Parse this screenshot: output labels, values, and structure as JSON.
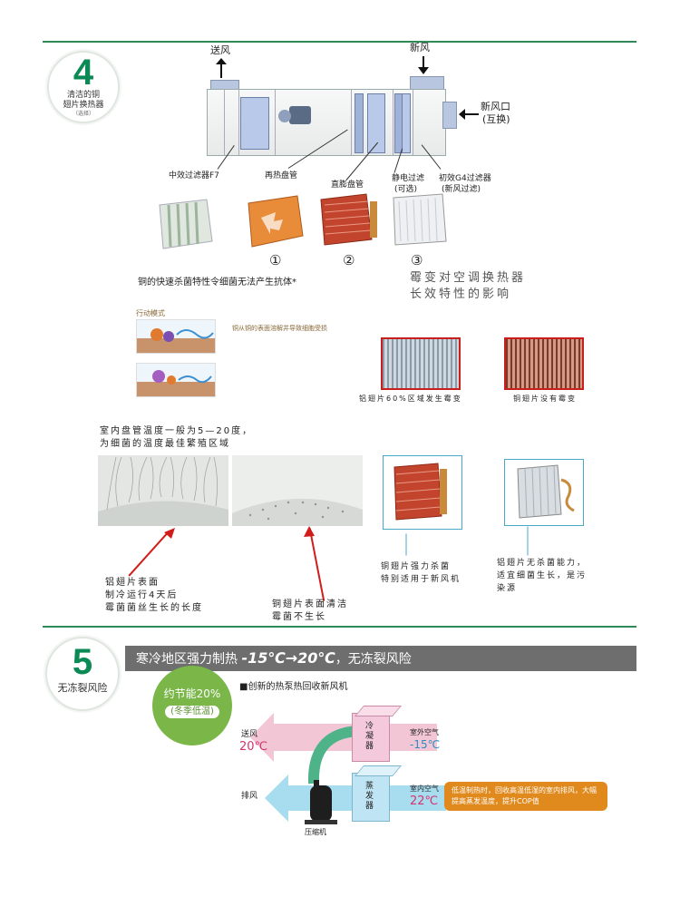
{
  "section4": {
    "number": "4",
    "title_line1": "清洁的铜",
    "title_line2": "翅片换热器",
    "subtitle": "（选择）",
    "labels": {
      "supply_air": "送风",
      "fresh_air": "新风",
      "fresh_inlet_1": "新风口",
      "fresh_inlet_2": "(互换)",
      "filter_f7": "中效过滤器F7",
      "reheat_coil": "再热盘管",
      "dx_coil": "直膨盘管",
      "electro_filter_1": "静电过滤",
      "electro_filter_2": "(可选)",
      "g4_filter_1": "初效G4过滤器",
      "g4_filter_2": "(新风过滤)"
    },
    "markers": [
      "①",
      "②",
      "③"
    ],
    "copper_claim": "铜的快速杀菌特性令细菌无法产生抗体*",
    "mold_title_1": "霉变对空调换热器",
    "mold_title_2": "长效特性的影响",
    "action_mode": "行动模式",
    "action_desc": "铜从铜的表面溶解并导致细胞受损",
    "al_mold_caption": "铝翅片60%区域发生霉变",
    "cu_no_mold_caption": "铜翅片没有霉变",
    "temp_note_1": "室内盘管温度一般为5—20度，",
    "temp_note_2": "为细菌的温度最佳繁殖区域",
    "al_surface_caption": "铝翅片表面\n制冷运行4天后\n霉菌菌丝生长的长度",
    "cu_surface_caption": "铜翅片表面清洁\n霉菌不生长",
    "cu_sterilize_caption": "铜翅片强力杀菌\n特别适用于新风机",
    "al_no_sterilize_caption": "铝翅片无杀菌能力，\n适宜细菌生长，是污\n染源"
  },
  "section5": {
    "number": "5",
    "title": "无冻裂风险",
    "banner_prefix": "寒冷地区强力制热 ",
    "banner_temp": "-15℃→20℃",
    "banner_suffix": "，无冻裂风险",
    "saving_1": "约节能20%",
    "saving_2": "(冬季低温)",
    "diagram_title": "■创新的热泵热回收新风机",
    "supply_air": "送风",
    "supply_temp": "20℃",
    "outdoor_air": "室外空气",
    "outdoor_temp": "-15℃",
    "exhaust_air": "排风",
    "indoor_air": "室内空气",
    "indoor_temp": "22℃",
    "condenser": "冷凝器",
    "evaporator": "蒸发器",
    "compressor": "压缩机",
    "note": "低温制热时，回收高温低湿的室内排风，大幅提高蒸发温度，提升COP值"
  },
  "colors": {
    "accent_green": "#0b8a55",
    "badge_green": "#7ab648",
    "banner_gray": "#6e6e6e",
    "note_orange": "#e08a1e",
    "mark_red": "#d21c1c"
  }
}
